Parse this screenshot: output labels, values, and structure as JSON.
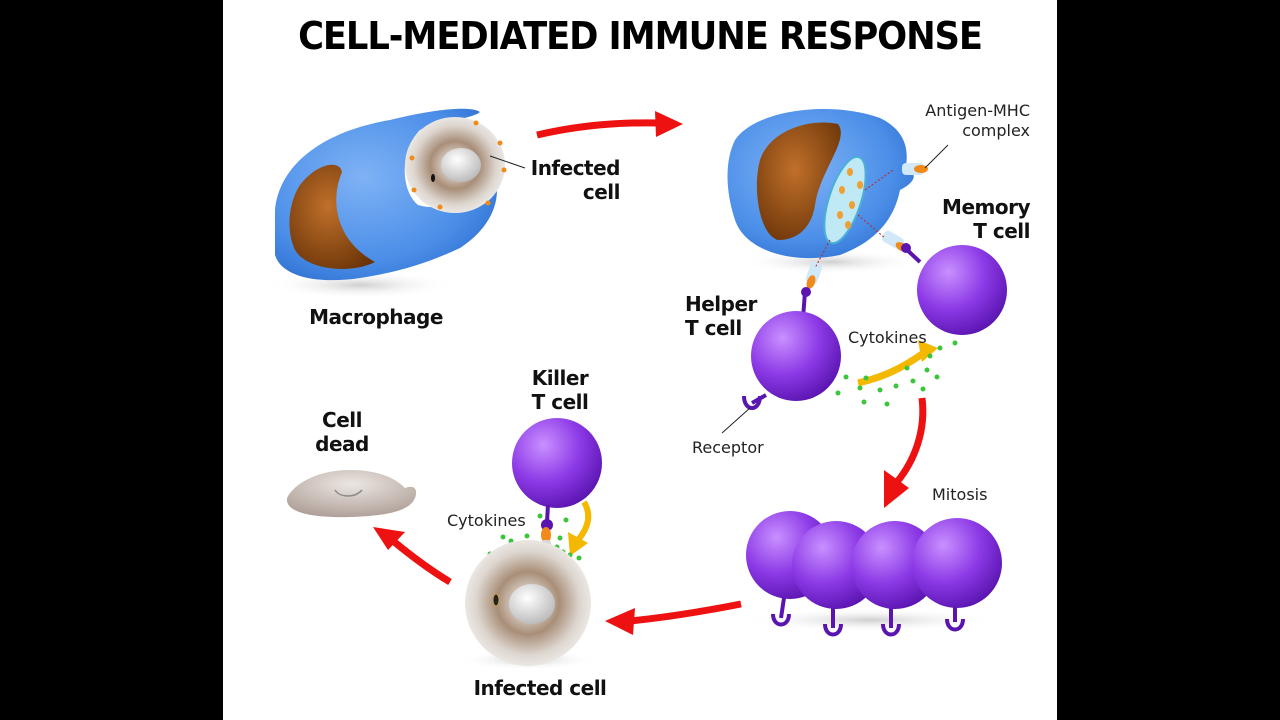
{
  "title": "CELL-MEDIATED IMMUNE RESPONSE",
  "labels": {
    "macrophage": "Macrophage",
    "infected_cell_top_line1": "Infected",
    "infected_cell_top_line2": "cell",
    "antigen_mhc_line1": "Antigen-MHC",
    "antigen_mhc_line2": "complex",
    "memory_t_cell_line1": "Memory",
    "memory_t_cell_line2": "T cell",
    "helper_t_cell_line1": "Helper",
    "helper_t_cell_line2": "T cell",
    "cytokines_helper": "Cytokines",
    "receptor": "Receptor",
    "mitosis": "Mitosis",
    "killer_t_cell_line1": "Killer",
    "killer_t_cell_line2": "T cell",
    "cytokines_killer": "Cytokines",
    "cell_dead_line1": "Cell",
    "cell_dead_line2": "dead",
    "infected_cell_bottom": "Infected cell"
  },
  "colors": {
    "background": "#ffffff",
    "frame": "#000000",
    "macrophage_body": "#4a8ee8",
    "macrophage_nucleus": "#8a4a12",
    "t_cell": "#8a35e0",
    "arrow": "#ee1111",
    "cytokine_arrow": "#f5b800",
    "cytokine_dots": "#3cc43c",
    "infected_cell": "#e4e2e0",
    "antigen": "#f08a1a"
  }
}
